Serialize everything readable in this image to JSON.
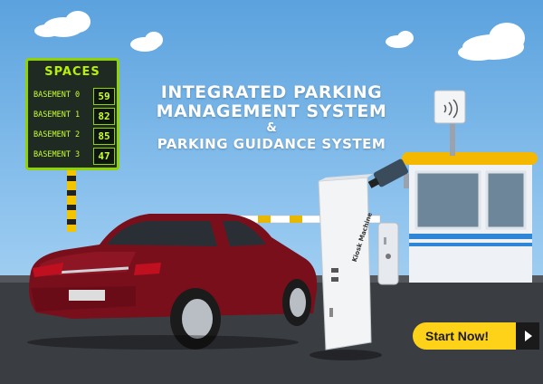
{
  "sign": {
    "title": "SPACES",
    "rows": [
      {
        "label": "BASEMENT 0",
        "value": "59"
      },
      {
        "label": "BASEMENT 1",
        "value": "82"
      },
      {
        "label": "BASEMENT 2",
        "value": "85"
      },
      {
        "label": "BASEMENT 3",
        "value": "47"
      }
    ]
  },
  "headline": {
    "line1": "INTEGRATED PARKING",
    "line2": "MANAGEMENT SYSTEM",
    "amp": "&",
    "line3": "PARKING GUIDANCE SYSTEM"
  },
  "kiosk": {
    "label": "Kiosk Machine"
  },
  "cta": {
    "label": "Start Now!"
  },
  "colors": {
    "sky": "#5ba2de",
    "sign_accent": "#b7f200",
    "cta": "#ffd21a",
    "car": "#7a0f1c",
    "booth_roof": "#f5b800"
  }
}
